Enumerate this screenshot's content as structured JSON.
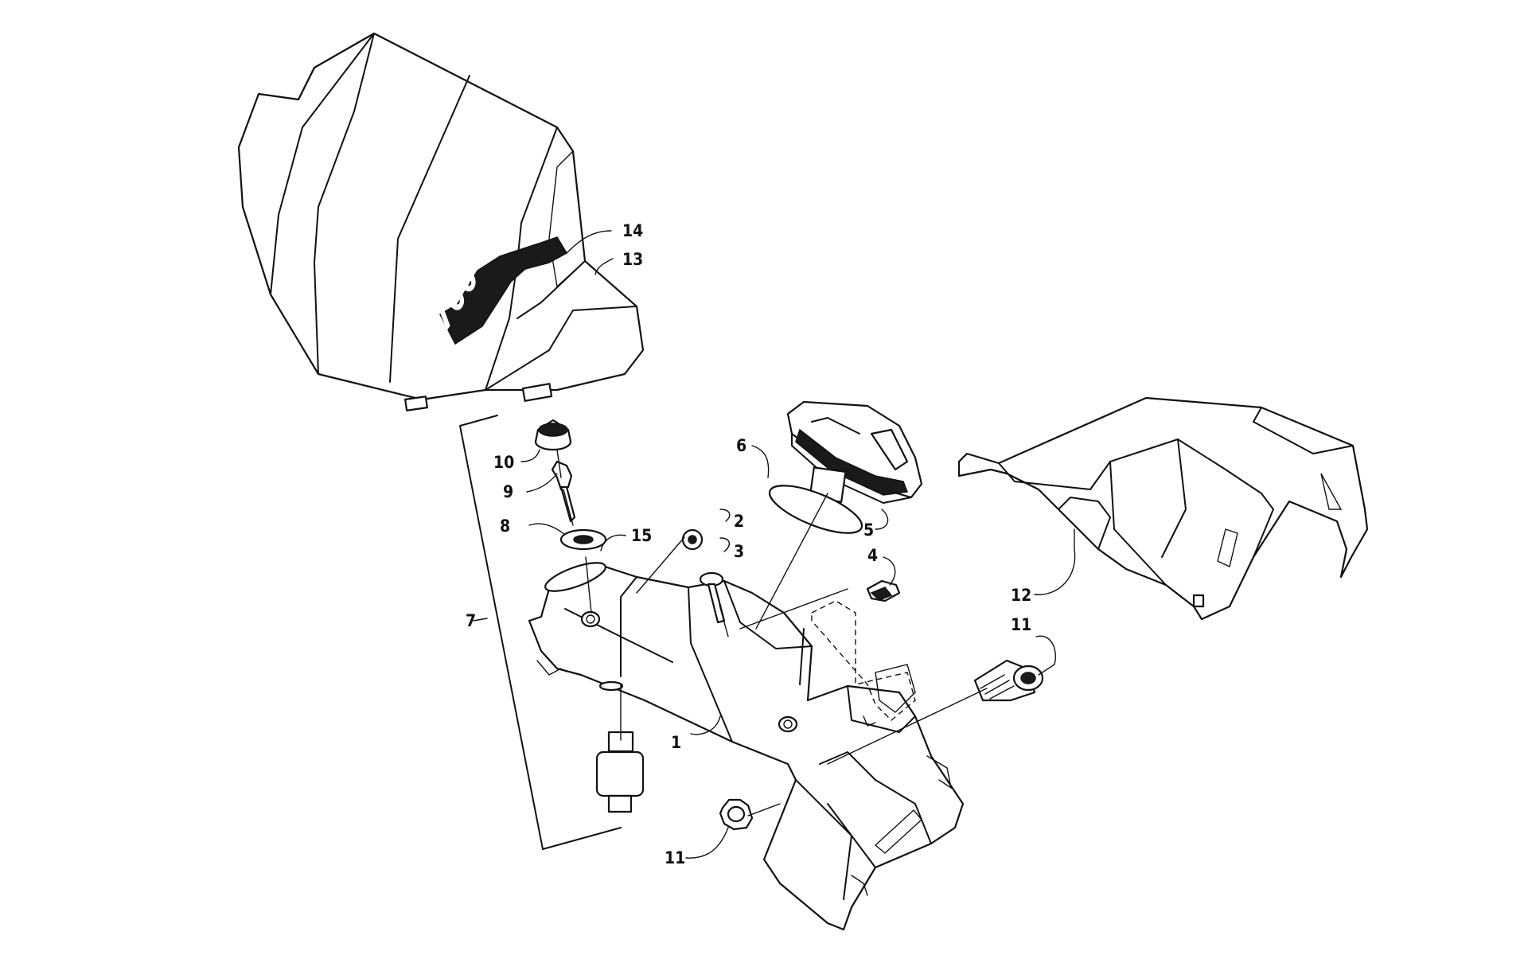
{
  "logo_text": "700",
  "callouts": [
    {
      "id": "callout-1",
      "label": "1"
    },
    {
      "id": "callout-2",
      "label": "2"
    },
    {
      "id": "callout-3",
      "label": "3"
    },
    {
      "id": "callout-4",
      "label": "4"
    },
    {
      "id": "callout-5",
      "label": "5"
    },
    {
      "id": "callout-6",
      "label": "6"
    },
    {
      "id": "callout-7",
      "label": "7"
    },
    {
      "id": "callout-8",
      "label": "8"
    },
    {
      "id": "callout-9",
      "label": "9"
    },
    {
      "id": "callout-10",
      "label": "10"
    },
    {
      "id": "callout-11a",
      "label": "11"
    },
    {
      "id": "callout-11b",
      "label": "11"
    },
    {
      "id": "callout-12",
      "label": "12"
    },
    {
      "id": "callout-13",
      "label": "13"
    },
    {
      "id": "callout-14",
      "label": "14"
    },
    {
      "id": "callout-15",
      "label": "15"
    }
  ]
}
